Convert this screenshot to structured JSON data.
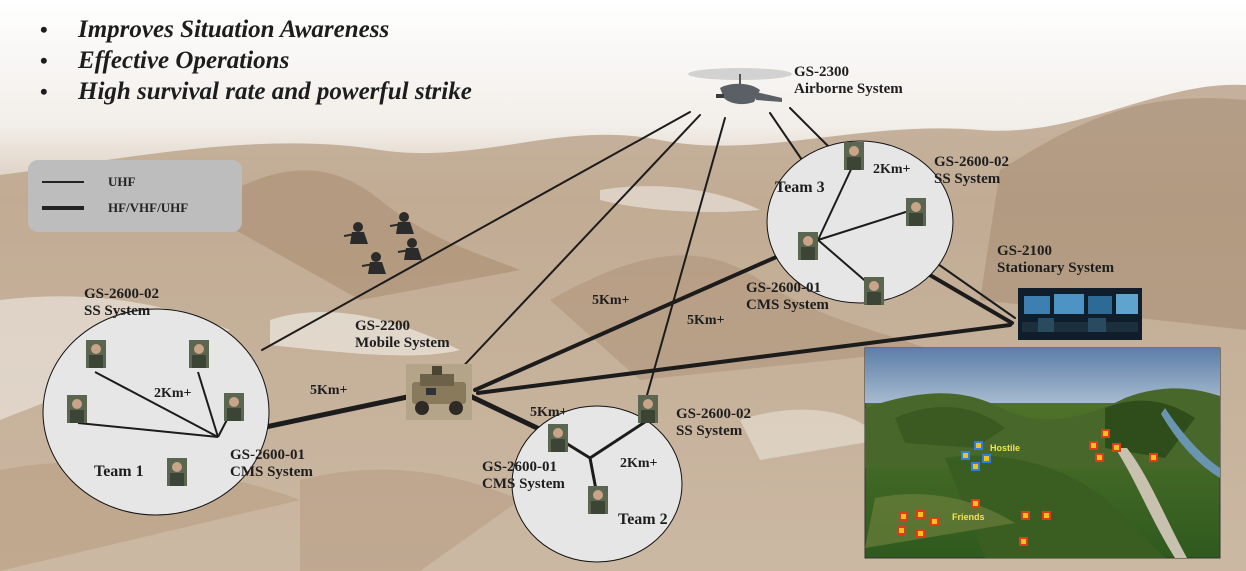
{
  "bullets": [
    "Improves Situation Awareness",
    "Effective Operations",
    "High survival rate and  powerful strike"
  ],
  "bullet_symbol": "•",
  "legend": {
    "uhf": "UHF",
    "hf_vhf_uhf": "HF/VHF/UHF"
  },
  "systems": {
    "airborne": {
      "code": "GS-2300",
      "name": "Airborne System"
    },
    "mobile": {
      "code": "GS-2200",
      "name": "Mobile System"
    },
    "stationary": {
      "code": "GS-2100",
      "name": "Stationary System"
    },
    "team1_ss": {
      "code": "GS-2600-02",
      "name": "SS System"
    },
    "team1_cms": {
      "code": "GS-2600-01",
      "name": "CMS System"
    },
    "team2_ss": {
      "code": "GS-2600-02",
      "name": "SS System"
    },
    "team2_cms": {
      "code": "GS-2600-01",
      "name": "CMS System"
    },
    "team3_ss": {
      "code": "GS-2600-02",
      "name": "SS System"
    },
    "team3_cms": {
      "code": "GS-2600-01",
      "name": "CMS System"
    }
  },
  "teams": {
    "team1": "Team 1",
    "team2": "Team 2",
    "team3": "Team 3"
  },
  "distances": {
    "team1_inner": "2Km+",
    "team2_inner": "2Km+",
    "team3_inner": "2Km+",
    "mobile_team1": "5Km+",
    "mobile_team2": "5Km+",
    "mid_upper": "5Km+",
    "mid_lower": "5Km+"
  },
  "inset": {
    "hostile": "Hostile",
    "friends": "Friends"
  },
  "colors": {
    "terrain": "#c7b39c",
    "snow": "#f1ede8",
    "link": "#1c1c1c",
    "circle_fill": "#e6e6e6",
    "legend_bg": "#bdbdbd",
    "hostile_marker": "#2f7fe0",
    "friend_marker": "#e03a1a",
    "marker_fill": "#f2c21a",
    "inset_label": "#f2e64a"
  },
  "icons": {
    "helicopter": "helicopter-icon",
    "vehicle": "humvee-icon",
    "station": "command-station-icon",
    "soldier": "soldier-icon"
  }
}
